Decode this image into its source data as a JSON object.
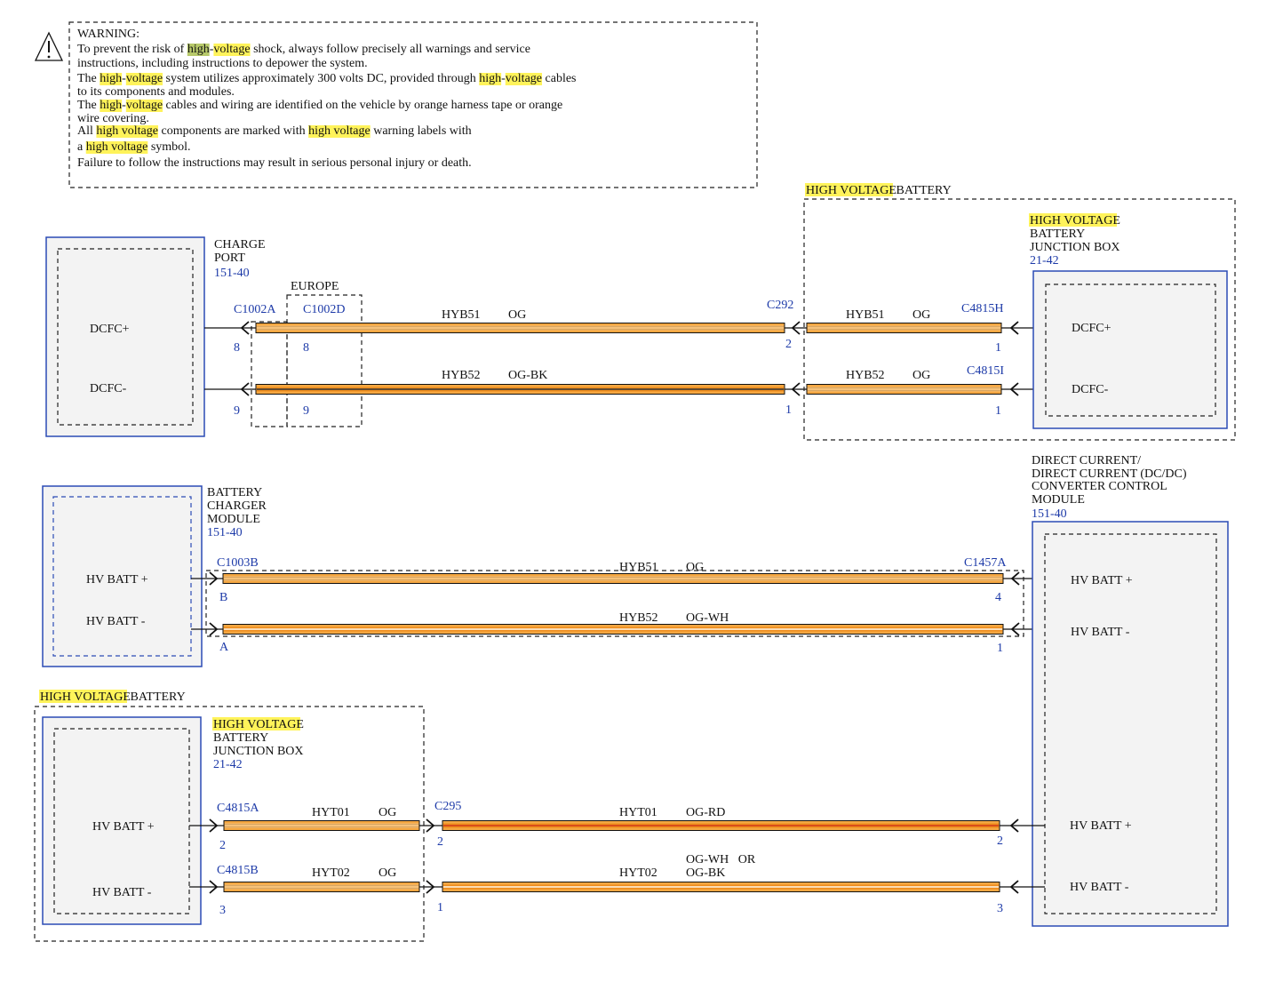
{
  "warning": {
    "title": "WARNING:",
    "lines": [
      [
        "To prevent the risk of ",
        "high",
        "-",
        "voltage",
        " shock, always follow precisely all warnings and service"
      ],
      [
        "instructions, including instructions to depower the system."
      ],
      [
        "The ",
        "high",
        "-",
        "voltage",
        " system utilizes approximately 300 volts DC, provided through ",
        "high",
        "-",
        "voltage",
        " cables"
      ],
      [
        "to its components and modules."
      ],
      [
        "The ",
        "high",
        "-",
        "voltage",
        " cables and wiring are identified on the vehicle by orange harness tape or orange"
      ],
      [
        "wire covering."
      ],
      [
        "All ",
        "high voltage",
        " components are marked with ",
        "high voltage",
        " warning labels with"
      ],
      [
        "a ",
        "high voltage",
        " symbol."
      ],
      [
        "Failure to follow the instructions may result in serious personal injury or death."
      ]
    ]
  },
  "hv_battery_top": {
    "label_hl": "HIGH VOLTAGE",
    "label_rest": " BATTERY"
  },
  "hv_battery_bottom": {
    "label_hl": "HIGH VOLTAGE",
    "label_rest": " BATTERY"
  },
  "charge_port": {
    "name": [
      "CHARGE",
      "PORT"
    ],
    "ref": "151-40",
    "pins": [
      "DCFC+",
      "DCFC-"
    ]
  },
  "jbox_top": {
    "name_hl": "HIGH VOLTAGE",
    "name": [
      "BATTERY",
      "JUNCTION BOX"
    ],
    "ref": "21-42",
    "pins": [
      "DCFC+",
      "DCFC-"
    ]
  },
  "europe_label": "EUROPE",
  "charger": {
    "name": [
      "BATTERY",
      "CHARGER",
      "MODULE"
    ],
    "ref": "151-40",
    "pins": [
      "HV BATT +",
      "HV BATT -"
    ]
  },
  "dcdc": {
    "name": [
      "DIRECT CURRENT/",
      "DIRECT CURRENT (DC/DC)",
      "CONVERTER CONTROL",
      "MODULE"
    ],
    "ref": "151-40",
    "pins": [
      "HV BATT +",
      "HV BATT -",
      "HV BATT +",
      "HV BATT -"
    ]
  },
  "jbox_bottom": {
    "name_hl": "HIGH VOLTAGE",
    "name": [
      "BATTERY",
      "JUNCTION BOX"
    ],
    "ref": "21-42",
    "pins": [
      "HV BATT +",
      "HV BATT -"
    ]
  },
  "connectors": {
    "c1002a": "C1002A",
    "c1002d": "C1002D",
    "c292": "C292",
    "c4815h": "C4815H",
    "c4815i": "C4815I",
    "c1003b": "C1003B",
    "c1457a": "C1457A",
    "c4815a": "C4815A",
    "c4815b": "C4815B",
    "c295": "C295"
  },
  "pins": {
    "cp_1": "8",
    "cp_2": "9",
    "eu_1": "8",
    "eu_2": "9",
    "c292_1": "2",
    "c292_2": "1",
    "jb_1": "1",
    "jb_2": "1",
    "chg_1": "B",
    "chg_2": "A",
    "dc_1": "4",
    "dc_2": "1",
    "jbb_1": "2",
    "jbb_2": "3",
    "c295_1": "2",
    "c295_2": "1",
    "dc_3": "2",
    "dc_4": "3"
  },
  "wires": {
    "w1_id": "HYB51",
    "w1_col": "OG",
    "w2_id": "HYB52",
    "w2_col": "OG-BK",
    "w3_id": "HYB51",
    "w3_col": "OG",
    "w4_id": "HYB52",
    "w4_col": "OG",
    "w5_id": "HYB51",
    "w5_col": "OG",
    "w6_id": "HYB52",
    "w6_col": "OG-WH",
    "w7_id": "HYT01",
    "w7_col": "OG",
    "w8_id": "HYT02",
    "w8_col": "OG",
    "w9_id": "HYT01",
    "w9_col": "OG-RD",
    "w10_id": "HYT02",
    "w10_col_1": "OG-WH   OR",
    "w10_col_2": "OG-BK"
  }
}
